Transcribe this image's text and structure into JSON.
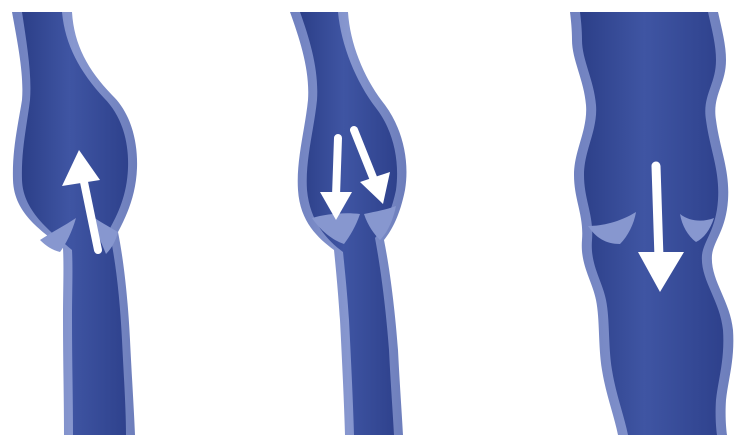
{
  "figure": {
    "panels": [
      {
        "id": "panel-healthy-vein",
        "flow": "upward",
        "valve": "closed-competent",
        "arrow_count": 1,
        "vein": "normal-width"
      },
      {
        "id": "panel-incompetent-valve",
        "flow": "downward",
        "valve": "leaking",
        "arrow_count": 2,
        "vein": "normal-width"
      },
      {
        "id": "panel-varicose-vein",
        "flow": "downward",
        "valve": "separated-open",
        "arrow_count": 1,
        "vein": "dilated-tortuous"
      }
    ],
    "colors": {
      "vein_wall": "#7d8ec6",
      "vein_lumen": "#3a4f9c",
      "lumen_shadow": "#2c3f88",
      "arrow": "#ffffff",
      "background": "#ffffff"
    },
    "icons": [
      "arrow-up-icon",
      "arrow-down-icon"
    ]
  }
}
